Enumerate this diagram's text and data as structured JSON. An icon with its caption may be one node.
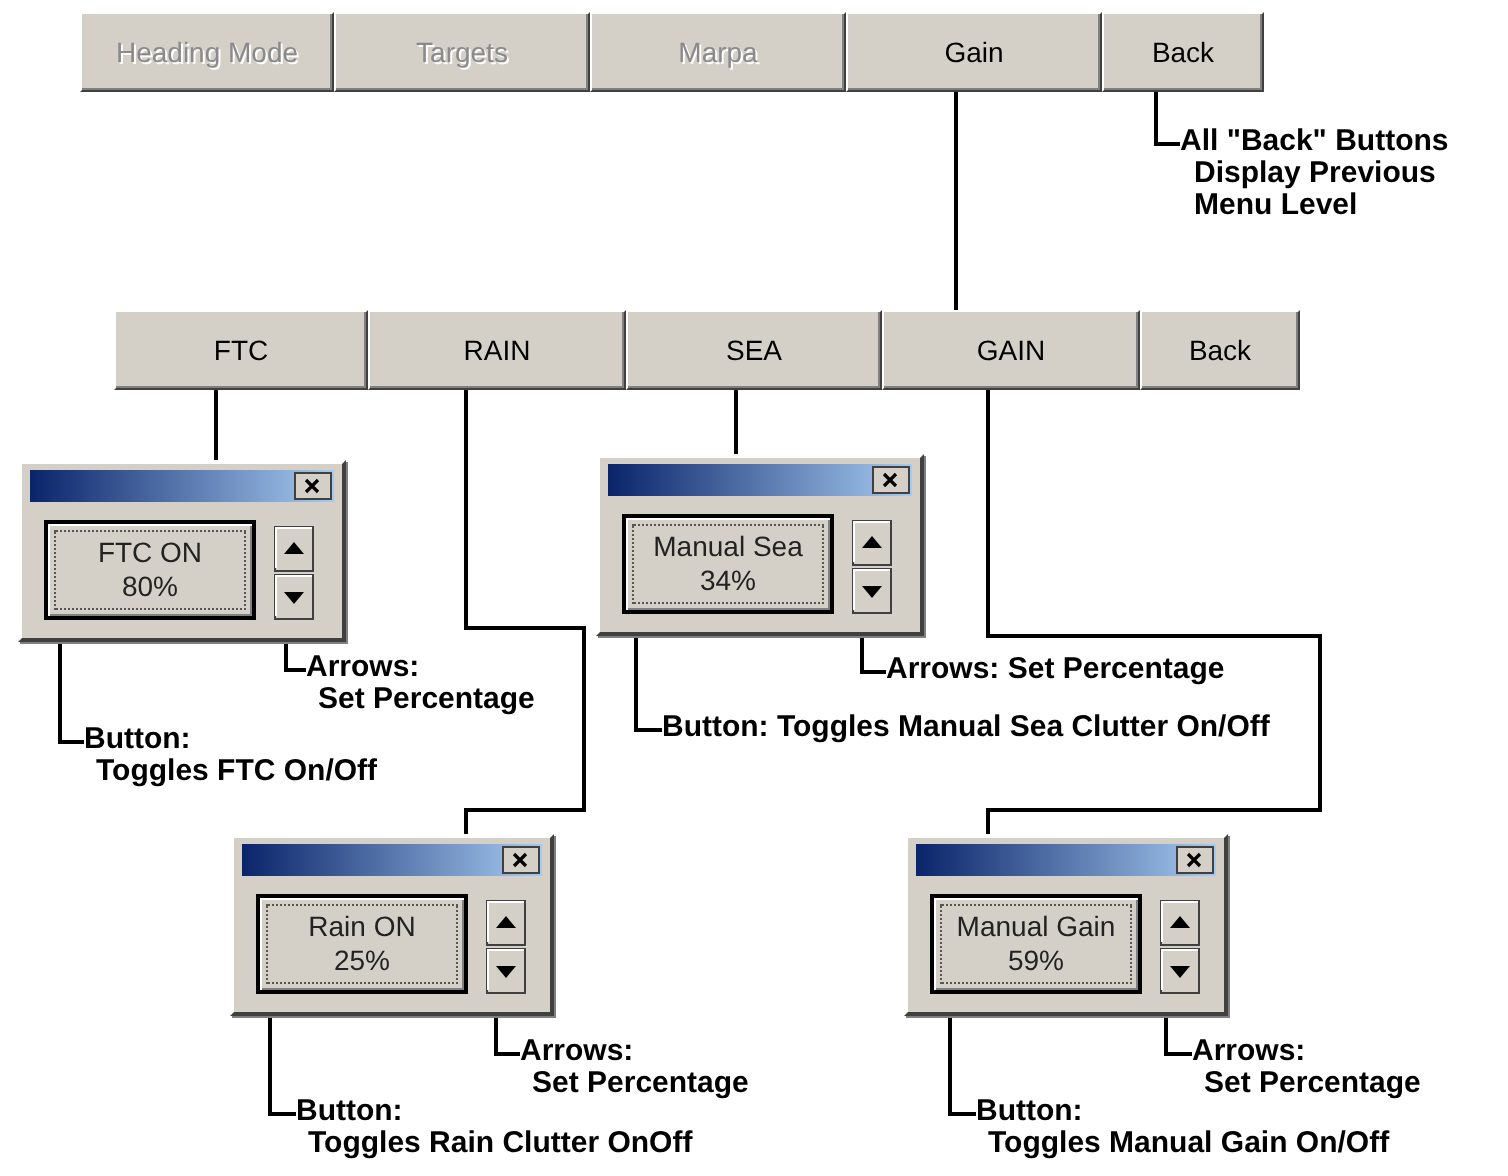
{
  "diagram": {
    "nodes": [
      {
        "text": [
          "Heading Mode"
        ]
      },
      {
        "text": [
          "Targets"
        ]
      },
      {
        "text": [
          "Marpa"
        ]
      },
      {
        "text": [
          "Gain"
        ]
      },
      {
        "text": [
          "Back"
        ]
      },
      {
        "text": [
          "All \"Back\" Buttons Display Previous Menu Level"
        ]
      },
      {
        "text": [
          "FTC"
        ]
      },
      {
        "text": [
          "RAIN"
        ]
      },
      {
        "text": [
          "SEA"
        ]
      },
      {
        "text": [
          "GAIN"
        ]
      },
      {
        "text": [
          "Back"
        ]
      },
      {
        "text": [],
        "shape": "box"
      },
      {
        "text": [
          "FTC ON",
          "80%"
        ],
        "in": 11
      },
      {
        "text": [],
        "shape": "box",
        "in": 11
      },
      {
        "text": [
          "Arrows:",
          "Set Percentage"
        ]
      },
      {
        "text": [
          "Button:",
          "Toggles FTC On/Off"
        ]
      },
      {
        "text": [],
        "shape": "box"
      },
      {
        "text": [
          "Manual Sea",
          "34%"
        ],
        "in": 16
      },
      {
        "text": [],
        "shape": "box",
        "in": 16
      },
      {
        "text": [
          "Arrows: Set Percentage"
        ]
      },
      {
        "text": [
          "Button: Toggles Manual Sea Clutter On/Off"
        ]
      },
      {
        "text": [],
        "shape": "box"
      },
      {
        "text": [
          "Rain ON",
          "25%"
        ],
        "in": 21
      },
      {
        "text": [],
        "shape": "box",
        "in": 21
      },
      {
        "text": [
          "Arrows:",
          "Set Percentage"
        ]
      },
      {
        "text": [
          "Button:",
          "Toggles Rain Clutter OnOff"
        ]
      },
      {
        "text": [],
        "shape": "box"
      },
      {
        "text": [
          "Manual Gain",
          "59%"
        ],
        "in": 26
      },
      {
        "text": [],
        "shape": "box",
        "in": 26
      },
      {
        "text": [
          "Arrows:",
          "Set Percentage"
        ]
      },
      {
        "text": [
          "Button:",
          "Toggles Manual Gain On/Off"
        ]
      }
    ],
    "edges": [
      {
        "from": 3,
        "to": 9,
        "arrow": "none"
      },
      {
        "from": 5,
        "to": 4,
        "arrow": "none"
      },
      {
        "from": 6,
        "to": 11,
        "arrow": "none"
      },
      {
        "from": 8,
        "to": 16,
        "arrow": "none"
      },
      {
        "from": 7,
        "to": 21,
        "arrow": "none"
      },
      {
        "from": 9,
        "to": 26,
        "arrow": "none"
      },
      {
        "from": 14,
        "to": 13,
        "arrow": "none"
      },
      {
        "from": 15,
        "to": 12,
        "arrow": "none"
      },
      {
        "from": 19,
        "to": 18,
        "arrow": "none"
      },
      {
        "from": 20,
        "to": 17,
        "arrow": "none"
      },
      {
        "from": 24,
        "to": 23,
        "arrow": "none"
      },
      {
        "from": 25,
        "to": 22,
        "arrow": "none"
      },
      {
        "from": 29,
        "to": 28,
        "arrow": "none"
      },
      {
        "from": 30,
        "to": 27,
        "arrow": "none"
      }
    ]
  }
}
